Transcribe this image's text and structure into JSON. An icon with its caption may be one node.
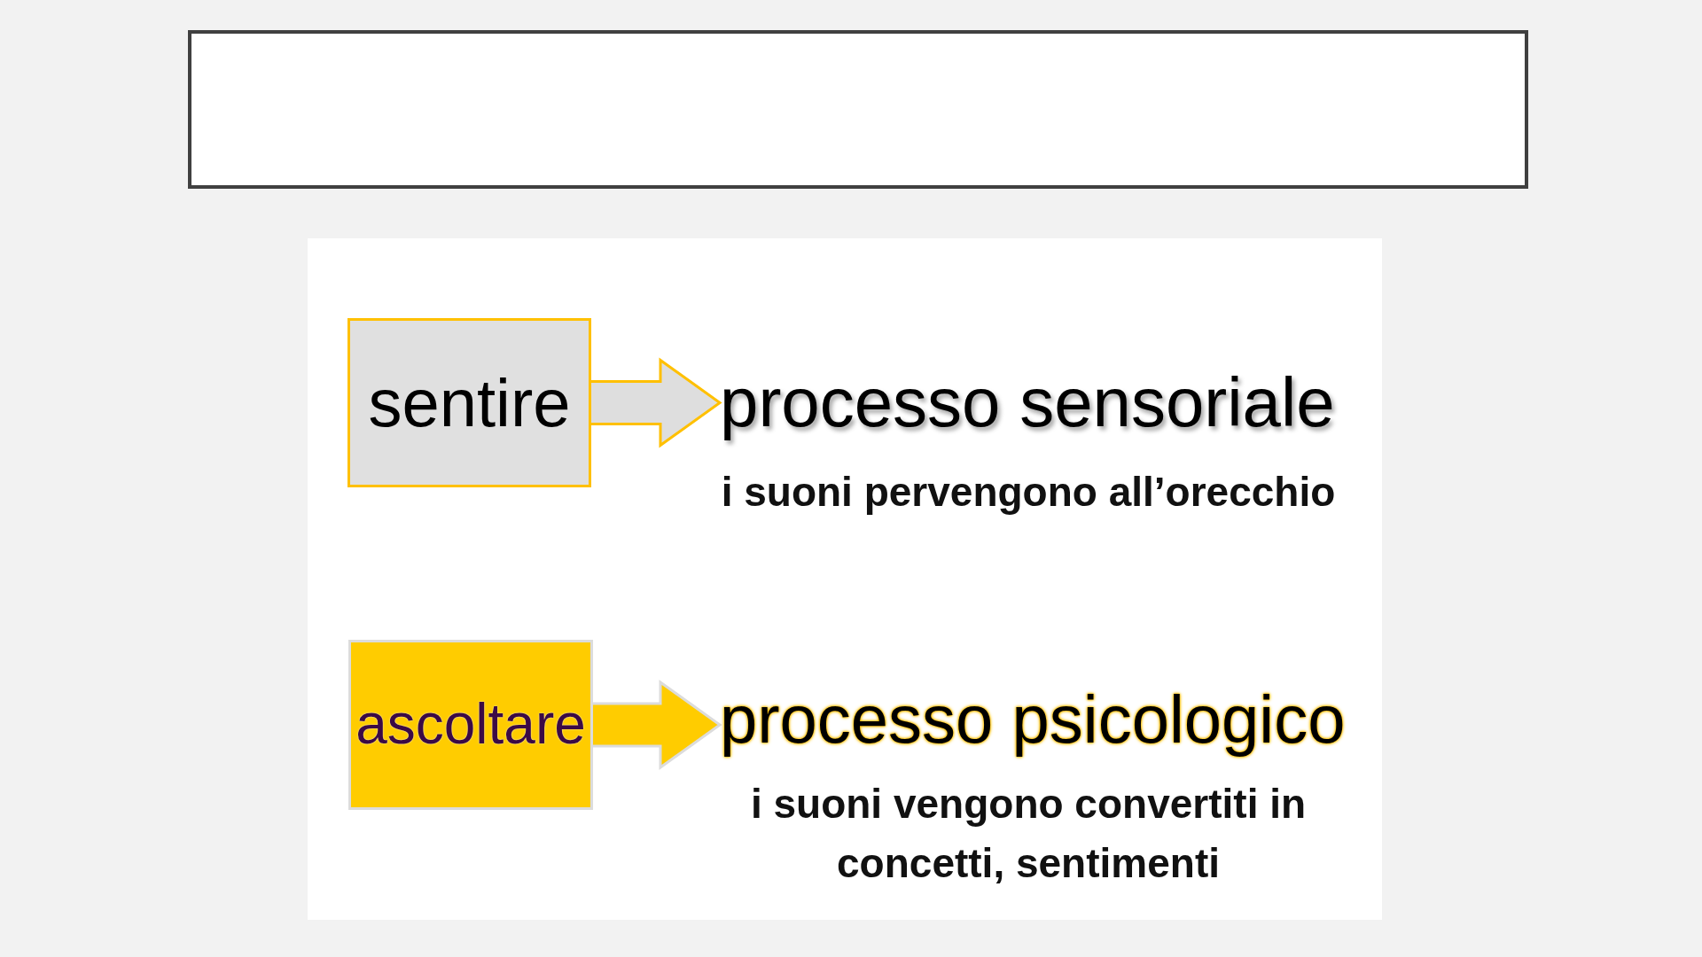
{
  "diagram": {
    "nodes": [
      {
        "text": [
          "sentire"
        ]
      },
      {
        "text": [
          "processo sensoriale"
        ],
        "beside": [
          "i suoni pervengono all’orecchio"
        ]
      },
      {
        "text": [
          "ascoltare"
        ]
      },
      {
        "text": [
          "processo psicologico"
        ],
        "beside": [
          "i suoni vengono convertiti in concetti, sentimenti"
        ]
      }
    ],
    "edges": [
      {
        "from": 0,
        "to": 1,
        "arrow": "to",
        "style": "thick",
        "color": "#dedede"
      },
      {
        "from": 2,
        "to": 3,
        "arrow": "to",
        "style": "thick",
        "color": "#ffcc00"
      }
    ]
  }
}
